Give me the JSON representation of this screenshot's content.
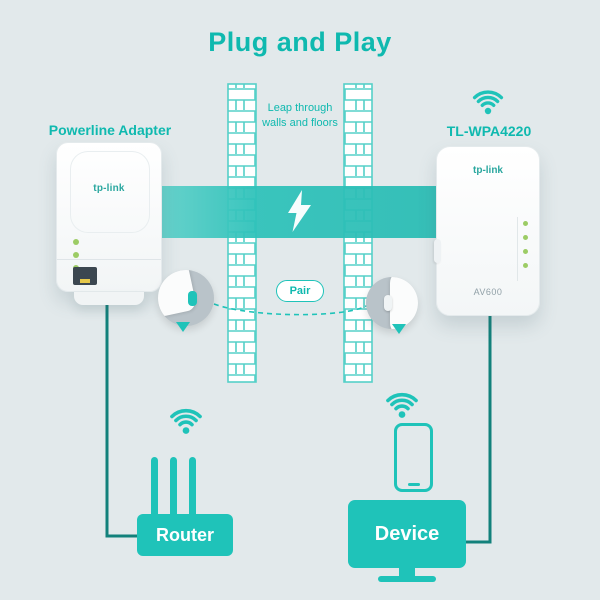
{
  "title": "Plug and Play",
  "wall_note": {
    "line1": "Leap through",
    "line2": "walls and floors"
  },
  "left_device": {
    "label": "Powerline Adapter",
    "brand": "tp-link"
  },
  "right_device": {
    "label": "TL-WPA4220",
    "brand": "tp-link",
    "model": "AV600"
  },
  "pair_label": "Pair",
  "router_label": "Router",
  "device_label": "Device",
  "colors": {
    "background": "#e2e9eb",
    "teal": "#1fc3b9",
    "teal_text": "#0fb9af",
    "band": "#2fc2ba",
    "wall_stroke": "#55d0c8",
    "line": "#12817b",
    "circle_gray": "#b9c3c9",
    "led_green": "#9ccc65",
    "brand": "#2aa79f"
  }
}
